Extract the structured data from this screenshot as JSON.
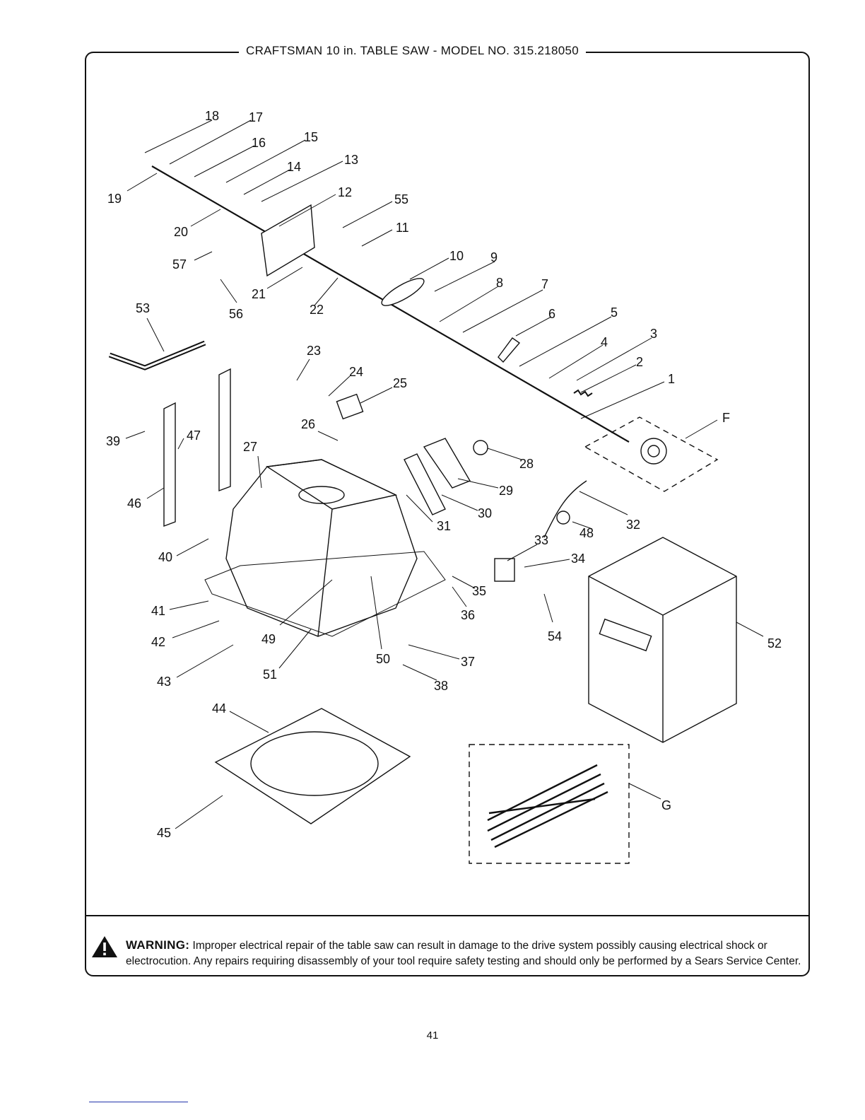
{
  "header": {
    "title": "CRAFTSMAN 10 in. TABLE SAW - MODEL NO. 315.218050"
  },
  "warning": {
    "heading": "WARNING:",
    "text": "Improper electrical repair of the table saw can result in damage to the drive system possibly causing electrical shock or electrocution. Any repairs requiring disassembly of your tool require safety testing and should only be performed by a Sears Service Center."
  },
  "footer": {
    "page_number": "41"
  },
  "callouts": {
    "c1": "1",
    "c2": "2",
    "c3": "3",
    "c4": "4",
    "c5": "5",
    "c6": "6",
    "c7": "7",
    "c8": "8",
    "c9": "9",
    "c10": "10",
    "c11": "11",
    "c12": "12",
    "c13": "13",
    "c14": "14",
    "c15": "15",
    "c16": "16",
    "c17": "17",
    "c18": "18",
    "c19": "19",
    "c20": "20",
    "c21": "21",
    "c22": "22",
    "c23": "23",
    "c24": "24",
    "c25": "25",
    "c26": "26",
    "c27": "27",
    "c28": "28",
    "c29": "29",
    "c30": "30",
    "c31": "31",
    "c32": "32",
    "c33": "33",
    "c34": "34",
    "c35": "35",
    "c36": "36",
    "c37": "37",
    "c38": "38",
    "c39": "39",
    "c40": "40",
    "c41": "41",
    "c42": "42",
    "c43": "43",
    "c44": "44",
    "c45": "45",
    "c46": "46",
    "c47": "47",
    "c48": "48",
    "c49": "49",
    "c50": "50",
    "c51": "51",
    "c52": "52",
    "c53": "53",
    "c54": "54",
    "c55": "55",
    "c56": "56",
    "c57": "57",
    "cF": "F",
    "cG": "G"
  }
}
